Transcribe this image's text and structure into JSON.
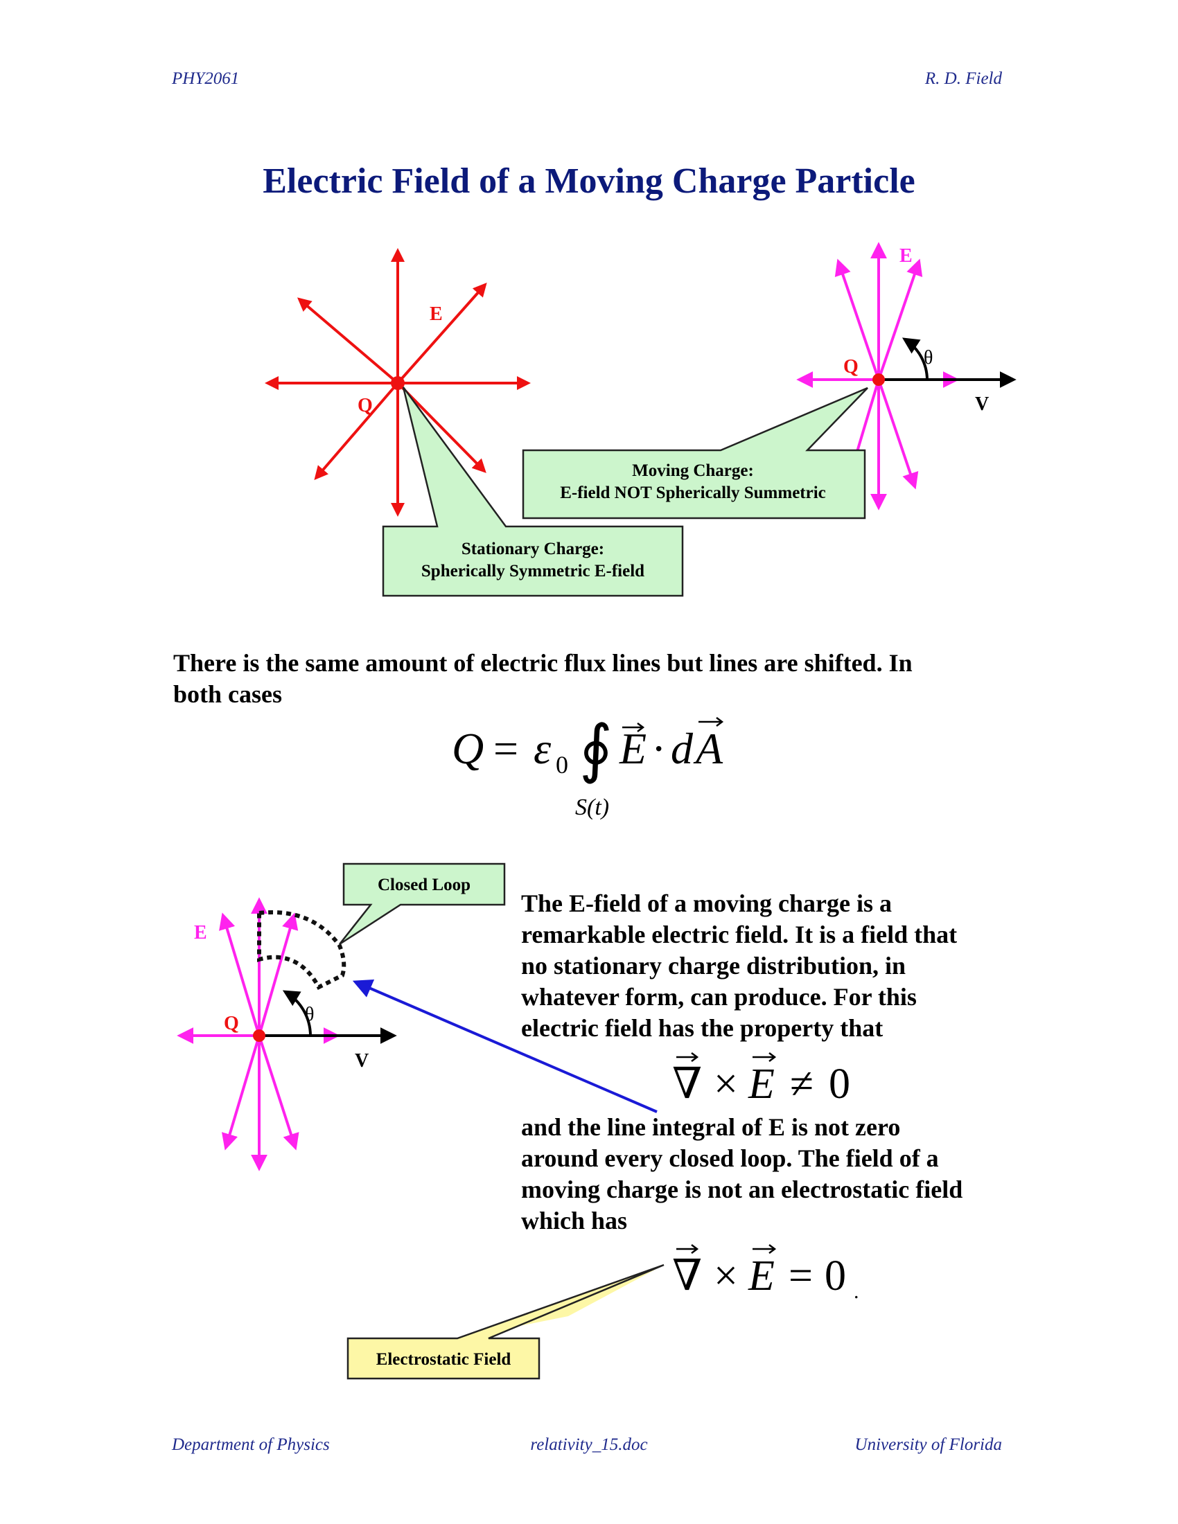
{
  "header": {
    "course": "PHY2061",
    "author": "R. D. Field"
  },
  "title": "Electric Field of a Moving Charge Particle",
  "figure_top": {
    "stationary": {
      "charge_label": "Q",
      "field_label": "E",
      "callout": [
        "Stationary Charge:",
        "Spherically Symmetric E-field"
      ]
    },
    "moving": {
      "charge_label": "Q",
      "field_label": "E",
      "angle_label": "θ",
      "velocity_label": "V",
      "callout": [
        "Moving Charge:",
        "E-field NOT Spherically Summetric"
      ]
    }
  },
  "flux_text": [
    "There is the same amount of electric flux lines but lines are shifted.  In",
    "both cases"
  ],
  "gauss_law": {
    "lhs": "Q",
    "eq": "=",
    "eps": "ε",
    "eps_sub": "0",
    "integral": "∮",
    "E": "E",
    "dot": "·",
    "d": "d",
    "A": "A",
    "surface": "S(t)"
  },
  "figure_bottom": {
    "charge_label": "Q",
    "field_label": "E",
    "angle_label": "θ",
    "velocity_label": "V",
    "loop_callout": "Closed Loop",
    "electrostatic_callout": "Electrostatic Field"
  },
  "paragraph1": [
    "The E-field of a moving charge is a",
    "remarkable electric field.  It is a field that",
    "no stationary charge distribution, in",
    "whatever form, can produce.  For this",
    "electric field has the property that"
  ],
  "curl_nonzero": {
    "nabla": "∇",
    "times": "×",
    "E": "E",
    "rel": "≠",
    "rhs": "0"
  },
  "paragraph2": [
    "and the line integral of E is not zero",
    "around every closed loop.  The field of a",
    "moving charge is not an electrostatic field",
    "which has"
  ],
  "curl_zero": {
    "nabla": "∇",
    "times": "×",
    "E": "E",
    "rel": "=",
    "rhs": "0",
    "period": "."
  },
  "footer": {
    "left": "Department of Physics",
    "center": "relativity_15.doc",
    "right": "University of Florida"
  },
  "colors": {
    "title": "#0c1a7a",
    "header": "#1f2a8c",
    "stationary_field": "#ee1111",
    "moving_field": "#ff22ee",
    "green_callout": "#ccf5cc",
    "yellow_callout": "#fdf7a6",
    "pointer": "#1a1ad6"
  }
}
